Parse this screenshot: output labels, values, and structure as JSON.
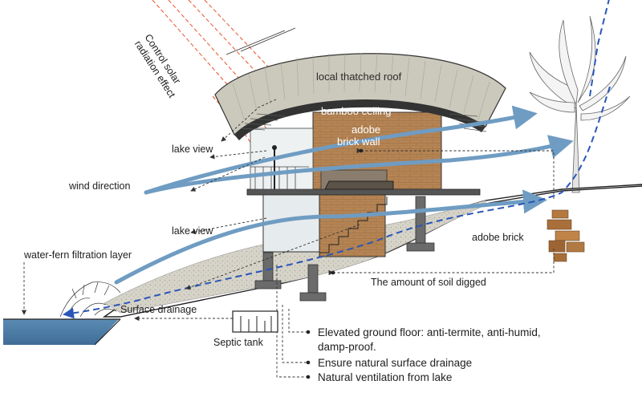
{
  "labels": {
    "solar": [
      "Control solar",
      "radiation effect"
    ],
    "roof": "local thatched roof",
    "ceiling": "bamboo ceiling",
    "wall": [
      "adobe",
      "brick wall"
    ],
    "lake_view_top": "lake view",
    "wind": "wind direction",
    "lake_view_bottom": "lake view",
    "water_fern": "water-fern filtration layer",
    "adobe_brick": "adobe brick",
    "soil": "The amount of soil digged",
    "surface_drainage": "Surface drainage",
    "septic": "Septic tank"
  },
  "notes": [
    "Elevated ground floor: anti-termite, anti-humid,",
    "damp-proof.",
    "Ensure natural surface drainage",
    "Natural ventilation from lake"
  ],
  "colors": {
    "wind_arrow": "#6f9cc2",
    "water_flow": "#2a56b8",
    "sun_rays": "#e8542a",
    "brick": "#b07d4e",
    "roof": "#c9c7b9",
    "lake": "#4f7fa8"
  }
}
